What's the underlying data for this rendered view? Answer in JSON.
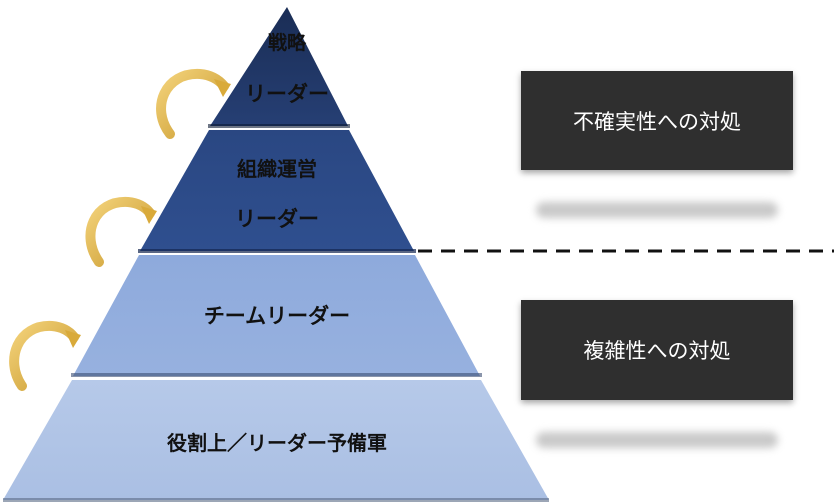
{
  "pyramid": {
    "tiers": [
      {
        "line1": "戦略",
        "line2": "リーダー",
        "color": "#213a6b"
      },
      {
        "line1": "組織運営",
        "line2": "リーダー",
        "color": "#2e4d8a"
      },
      {
        "line1": "チームリーダー",
        "color": "#8faadc"
      },
      {
        "line1": "役割上／リーダー予備軍",
        "color": "#b4c7e7"
      }
    ]
  },
  "side_boxes": {
    "top": "不確実性への対処",
    "bottom": "複雑性への対処"
  },
  "colors": {
    "arrow": "#e8bd45",
    "box_bg": "#2f2f2f",
    "divider": "#111111"
  }
}
